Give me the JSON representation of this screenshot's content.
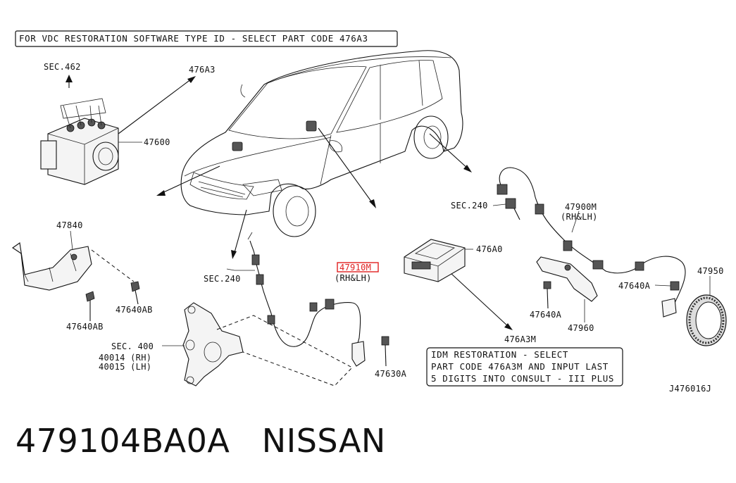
{
  "header_note": "FOR VDC RESTORATION SOFTWARE TYPE ID - SELECT PART CODE 476A3",
  "labels": {
    "sec462": "SEC.462",
    "p476a3": "476A3",
    "p47600": "47600",
    "p47840": "47840",
    "p47640ab_1": "47640AB",
    "p47640ab_2": "47640AB",
    "sec240_left": "SEC.240",
    "sec400": "SEC. 400",
    "p40014": "40014 (RH)",
    "p40015": "40015 (LH)",
    "p47910m": "47910M",
    "p47910m_side": "(RH&LH)",
    "p47630a": "47630A",
    "p476a0": "476A0",
    "p476a3m": "476A3M",
    "sec240_right": "SEC.240",
    "p47900m": "47900M",
    "p47900m_side": "(RH&LH)",
    "p47640a_1": "47640A",
    "p47640a_2": "47640A",
    "p47960": "47960",
    "p47950": "47950",
    "diagram_id": "J476016J"
  },
  "idm_note": {
    "line1": "IDM RESTORATION - SELECT",
    "line2": "PART CODE 476A3M AND INPUT LAST",
    "line3": "5 DIGITS INTO CONSULT - III PLUS"
  },
  "caption": {
    "part_number": "479104BA0A",
    "brand": "NISSAN"
  },
  "colors": {
    "highlight": "#e02020",
    "ink": "#111111"
  }
}
